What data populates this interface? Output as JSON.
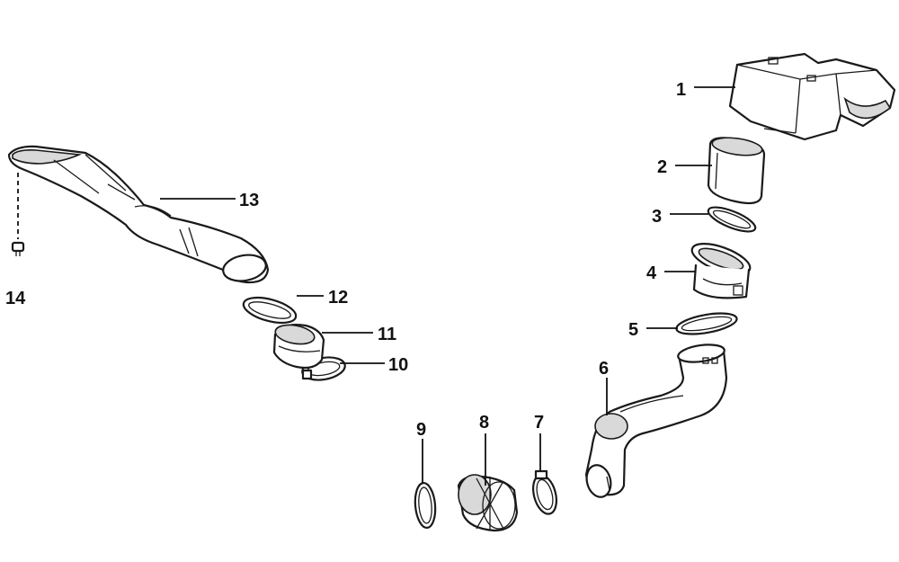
{
  "diagram": {
    "callouts": [
      "1",
      "2",
      "3",
      "4",
      "5",
      "6",
      "7",
      "8",
      "9",
      "10",
      "11",
      "12",
      "13",
      "14"
    ]
  }
}
